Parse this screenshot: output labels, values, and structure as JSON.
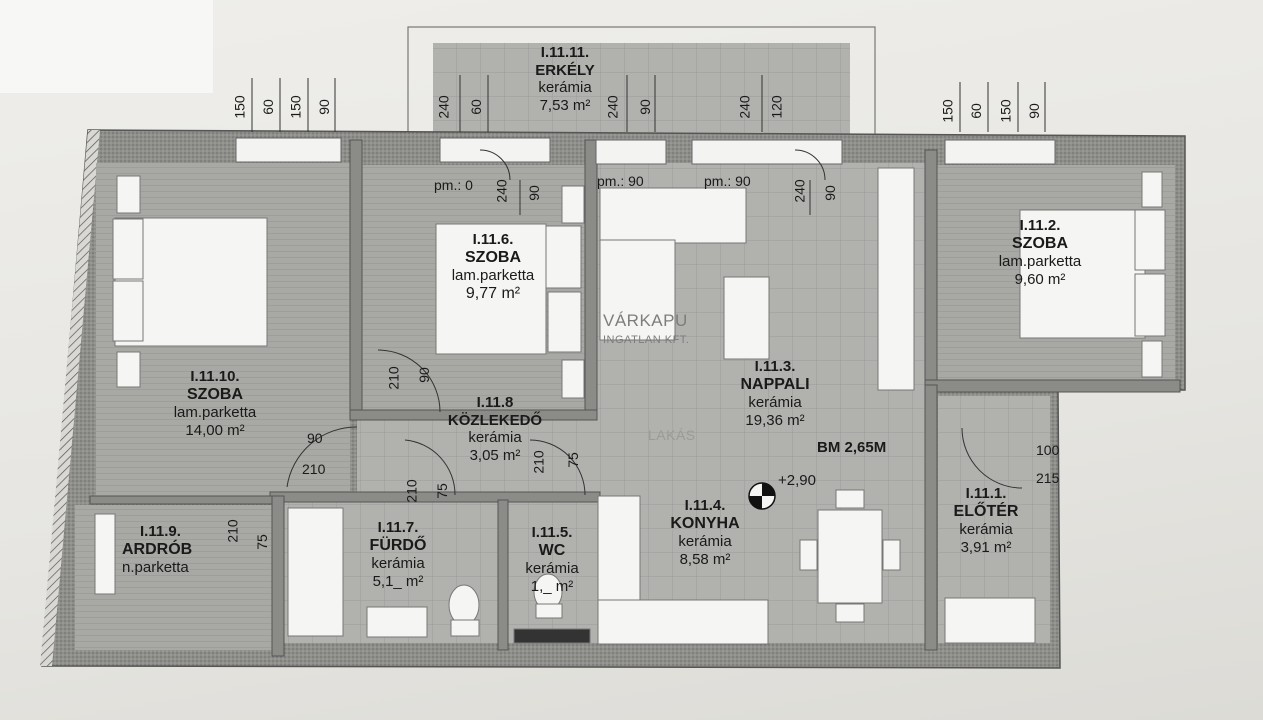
{
  "rooms": {
    "erkely": {
      "code": "I.11.11.",
      "name": "ERKÉLY",
      "floor": "kerámia",
      "area": "7,53 m²"
    },
    "szoba6": {
      "code": "I.11.6.",
      "name": "SZOBA",
      "floor": "lam.parketta",
      "area": "9,77 m²"
    },
    "szoba2": {
      "code": "I.11.2.",
      "name": "SZOBA",
      "floor": "lam.parketta",
      "area": "9,60 m²"
    },
    "szoba10": {
      "code": "I.11.10.",
      "name": "SZOBA",
      "floor": "lam.parketta",
      "area": "14,00 m²"
    },
    "nappali": {
      "code": "I.11.3.",
      "name": "NAPPALI",
      "floor": "kerámia",
      "area": "19,36 m²",
      "extra": "BM 2,65M"
    },
    "kozlekedo": {
      "code": "I.11.8",
      "name": "KÖZLEKEDŐ",
      "floor": "kerámia",
      "area": "3,05 m²"
    },
    "konyha": {
      "code": "I.11.4.",
      "name": "KONYHA",
      "floor": "kerámia",
      "area": "8,58 m²"
    },
    "eloter": {
      "code": "I.11.1.",
      "name": "ELŐTÉR",
      "floor": "kerámia",
      "area": "3,91 m²"
    },
    "gardrob": {
      "code": "I.11.9.",
      "name": "ARDRÓB",
      "floor": "n.parketta"
    },
    "furdo": {
      "code": "I.11.7.",
      "name": "FÜRDŐ",
      "floor": "kerámia",
      "area": "5,1_ m²"
    },
    "wc": {
      "code": "I.11.5.",
      "name": "WC",
      "floor": "kerámia",
      "area": "1,_ m²"
    }
  },
  "dimensions": {
    "left_top": [
      "150",
      "60",
      "150",
      "90"
    ],
    "erkely_left": [
      "240",
      "60"
    ],
    "erkely_mid": [
      "240",
      "90"
    ],
    "erkely_right": [
      "240",
      "120"
    ],
    "right_top": [
      "150",
      "60",
      "150",
      "90"
    ],
    "pm_left": "pm.: 0",
    "pm_mid": "pm.: 90",
    "pm_right": "pm.: 90",
    "sill_left": [
      "240",
      "90"
    ],
    "sill_right": [
      "240",
      "90"
    ],
    "door_szoba6": [
      "210",
      "90"
    ],
    "door_szoba10": [
      "90",
      "210"
    ],
    "door_gardrob": [
      "210",
      "75"
    ],
    "door_furdo": [
      "210",
      "75"
    ],
    "door_wc": [
      "210",
      "75"
    ],
    "door_eloter": [
      "100",
      "215"
    ],
    "level": "+2,90"
  },
  "watermark": {
    "main": "VÁRKAPU",
    "sub": "INGATLAN KFT.",
    "faint1": "LAKÁS"
  },
  "colors": {
    "wall": "#8c8c8a",
    "floor_parketta": "#a7a7a4",
    "floor_keramia": "#b3b3b0",
    "paper": "#e9e8e4"
  }
}
